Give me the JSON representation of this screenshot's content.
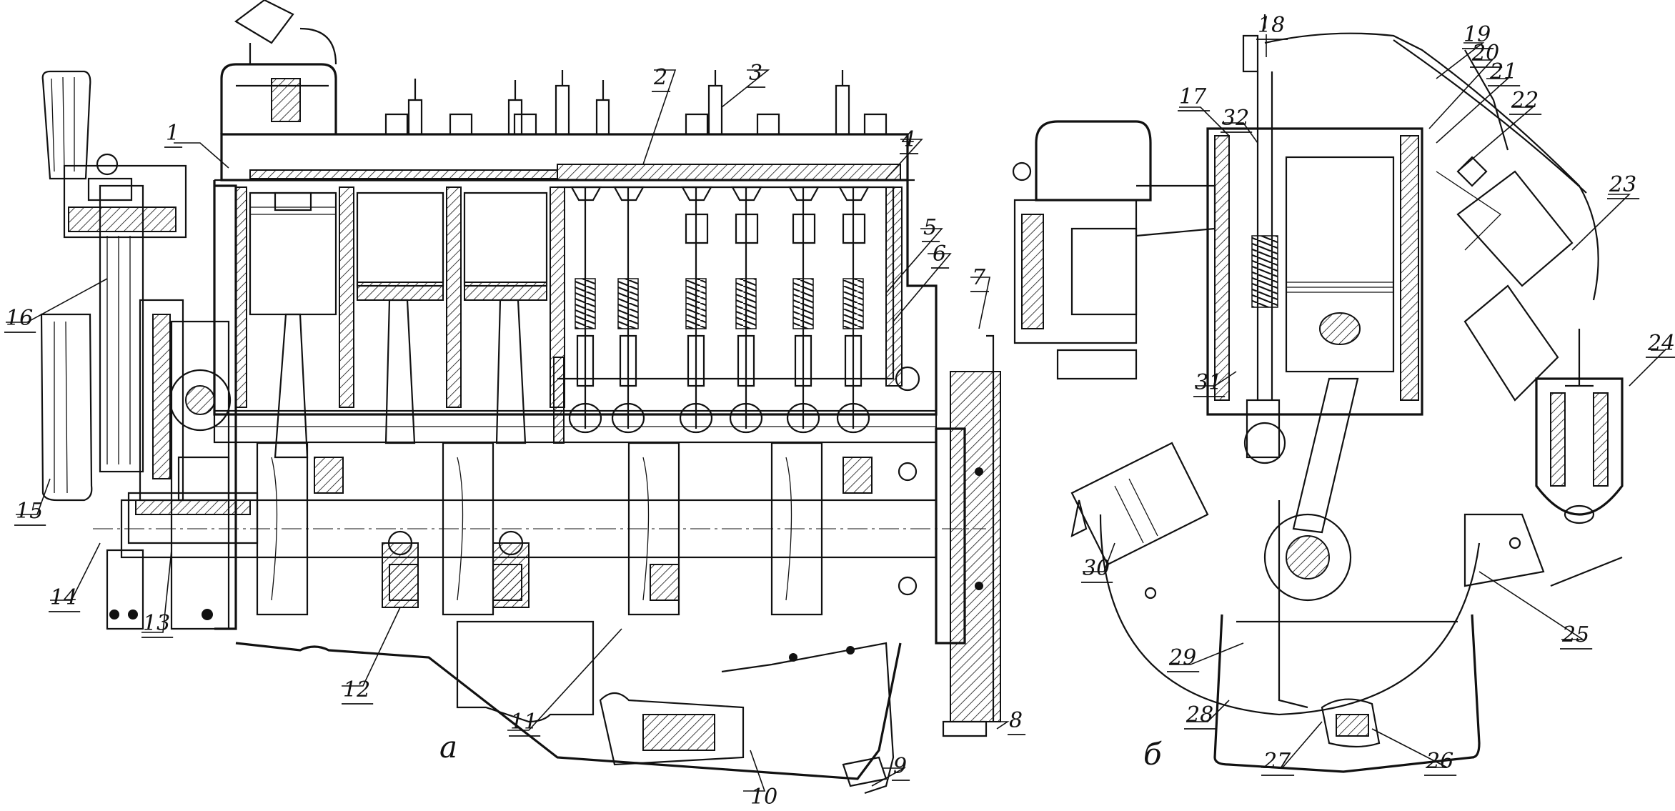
{
  "figure": {
    "view_labels": {
      "left": "а",
      "right": "б"
    },
    "callouts": [
      {
        "n": "1"
      },
      {
        "n": "2"
      },
      {
        "n": "3"
      },
      {
        "n": "4"
      },
      {
        "n": "5"
      },
      {
        "n": "6"
      },
      {
        "n": "7"
      },
      {
        "n": "8"
      },
      {
        "n": "9"
      },
      {
        "n": "10"
      },
      {
        "n": "11"
      },
      {
        "n": "12"
      },
      {
        "n": "13"
      },
      {
        "n": "14"
      },
      {
        "n": "15"
      },
      {
        "n": "16"
      },
      {
        "n": "17"
      },
      {
        "n": "18"
      },
      {
        "n": "19"
      },
      {
        "n": "20"
      },
      {
        "n": "21"
      },
      {
        "n": "22"
      },
      {
        "n": "23"
      },
      {
        "n": "24"
      },
      {
        "n": "25"
      },
      {
        "n": "26"
      },
      {
        "n": "27"
      },
      {
        "n": "28"
      },
      {
        "n": "29"
      },
      {
        "n": "30"
      },
      {
        "n": "31"
      },
      {
        "n": "32"
      }
    ]
  }
}
